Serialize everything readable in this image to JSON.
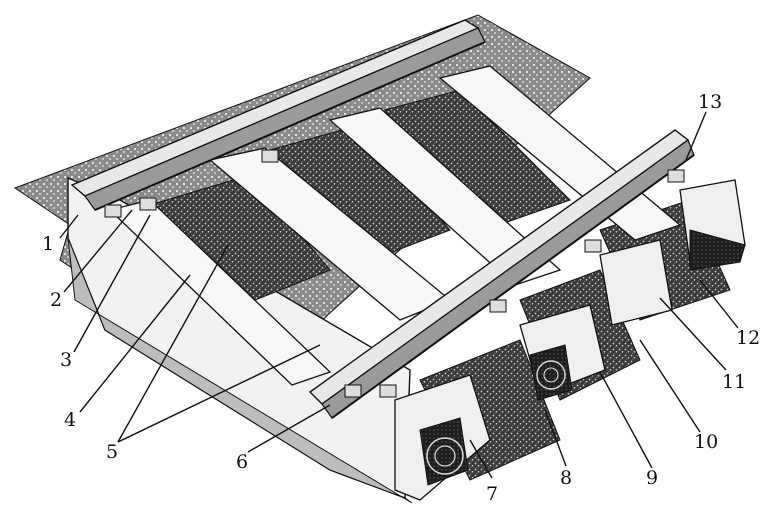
{
  "callouts": [
    {
      "id": "1",
      "text": "1"
    },
    {
      "id": "2",
      "text": "2"
    },
    {
      "id": "3",
      "text": "3"
    },
    {
      "id": "4",
      "text": "4"
    },
    {
      "id": "5",
      "text": "5"
    },
    {
      "id": "6",
      "text": "6"
    },
    {
      "id": "7",
      "text": "7"
    },
    {
      "id": "8",
      "text": "8"
    },
    {
      "id": "9",
      "text": "9"
    },
    {
      "id": "10",
      "text": "10"
    },
    {
      "id": "11",
      "text": "11"
    },
    {
      "id": "12",
      "text": "12"
    },
    {
      "id": "13",
      "text": "13"
    }
  ],
  "colors": {
    "ink": "#111111",
    "ballast": "#2a2a2a",
    "slab": "#f2f2f2",
    "paper": "#ffffff"
  }
}
